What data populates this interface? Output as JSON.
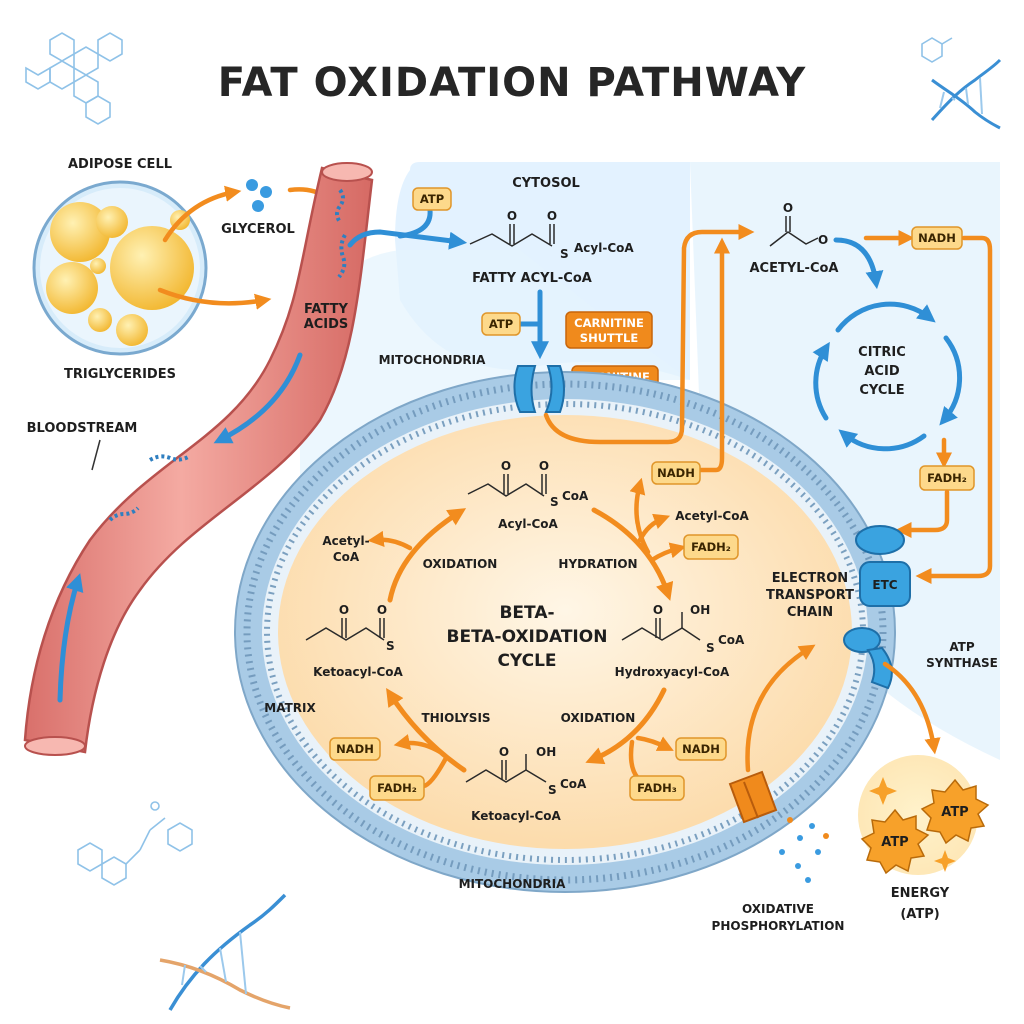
{
  "title": "FAT OXIDATION PATHWAY",
  "labels": {
    "adipose_cell": "ADIPOSE CELL",
    "glycerol": "GLYCEROL",
    "fatty_acids_1": "FATTY",
    "fatty_acids_2": "ACIDS",
    "triglycerides": "TRIGLYCERIDES",
    "bloodstream": "BLOODSTREAM",
    "cytosol": "CYTOSOL",
    "fatty_acyl_coa": "FATTY ACYL-CoA",
    "acyl_coa_top": "Acyl-CoA",
    "mitochondria_top": "MITOCHONDRIA",
    "carnitine_1": "CARNITINE",
    "carnitine_2": "SHUTTLE",
    "acetyl_coa_top": "ACETYL-CoA",
    "citric_1": "CITRIC",
    "citric_2": "ACID",
    "citric_3": "CYCLE",
    "etc_1": "ELECTRON",
    "etc_2": "TRANSPORT",
    "etc_3": "CHAIN",
    "etc_short": "ETC",
    "atp_synthase_1": "ATP",
    "atp_synthase_2": "SYNTHASE",
    "matrix": "MATRIX",
    "mitochondria_bottom": "MITOCHONDRIA",
    "oxphos_1": "OXIDATIVE",
    "oxphos_2": "PHOSPHORYLATION",
    "energy_1": "ENERGY",
    "energy_2": "(ATP)"
  },
  "cycle": {
    "center_1": "BETA-",
    "center_2": "BETA-OXIDATION",
    "center_3": "CYCLE",
    "acyl_coa": "Acyl-CoA",
    "hydroxyacyl_coa": "Hydroxyacyl-CoA",
    "ketoacyl_coa_left": "Ketoacyl-CoA",
    "ketoacyl_coa_bottom": "Ketoacyl-CoA",
    "oxidation_1": "OXIDATION",
    "hydration": "HYDRATION",
    "oxidation_2": "OXIDATION",
    "thiolysis": "THIOLYSIS",
    "acetyl_coa_left_1": "Acetyl-",
    "acetyl_coa_left_2": "CoA",
    "acetyl_coa_right": "Acetyl-CoA"
  },
  "molecule_marks": {
    "o": "O",
    "oh": "OH",
    "s": "S",
    "scoa": "CoA",
    "s_acyl_coa": "Acyl-CoA"
  },
  "badges": {
    "atp": "ATP",
    "nadh": "NADH",
    "fadh2": "FADH₂",
    "fadh3": "FADH₃"
  },
  "colors": {
    "orange_arrow": "#f28c1e",
    "blue_arrow": "#2f8fd6",
    "badge_fill": "#fdd98b",
    "badge_stroke": "#e0962a",
    "shuttle_fill": "#f08a1c",
    "membrane_head": "#a9cbe6",
    "matrix_fill": "#fde7c7",
    "cytosol_fill": "#dff0fb",
    "vessel_fill": "#ee9a93",
    "fat_droplet": "#f8c948",
    "protein_blue": "#3aa3e0",
    "atp_star": "#f7a12a"
  }
}
